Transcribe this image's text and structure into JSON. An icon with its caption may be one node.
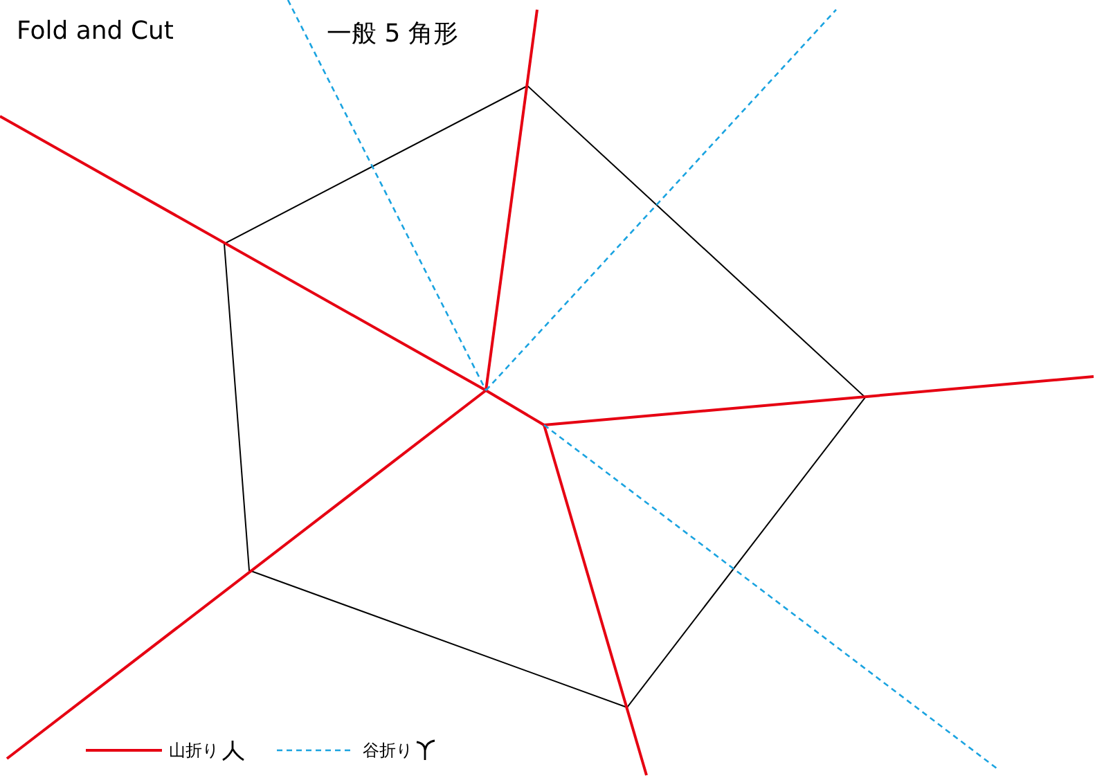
{
  "diagram": {
    "title": "Fold and Cut",
    "labels": [
      "一般 5 角形"
    ],
    "legend": [
      {
        "text": "山折り"
      },
      {
        "text": "谷折り"
      }
    ]
  }
}
